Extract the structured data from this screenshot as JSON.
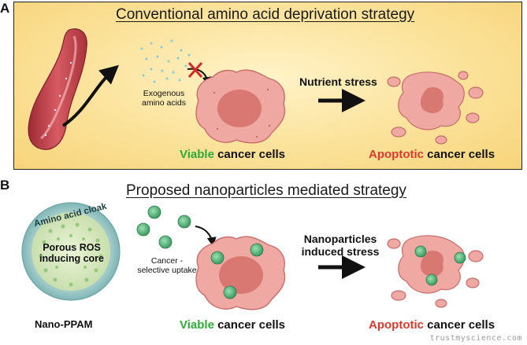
{
  "panel_a": {
    "letter": "A",
    "title": "Conventional amino acid deprivation strategy",
    "exogenous_label_line1": "Exogenous",
    "exogenous_label_line2": "amino acids",
    "stress_label": "Nutrient stress",
    "viable_word": "Viable",
    "viable_rest": "cancer cells",
    "apoptotic_word": "Apoptotic",
    "apoptotic_rest": "cancer cells"
  },
  "panel_b": {
    "letter": "B",
    "title": "Proposed nanoparticles mediated strategy",
    "cloak_label": "Amino acid cloak",
    "core_line1": "Porous ROS",
    "core_line2": "inducing core",
    "nano_name": "Nano-PPAM",
    "uptake_line1": "Cancer -",
    "uptake_line2": "selective uptake",
    "stress_line1": "Nanoparticles",
    "stress_line2": "induced stress",
    "viable_word": "Viable",
    "viable_rest": "cancer cells",
    "apoptotic_word": "Apoptotic",
    "apoptotic_rest": "cancer cells"
  },
  "watermark": "trustmyscience.com",
  "colors": {
    "viable": "#2eaa3a",
    "apoptotic": "#d93a2e",
    "cell_fill": "#f0a8a3",
    "nucleus": "#d97872",
    "nanoparticle": "#4fb07a",
    "vessel": "#c2424d"
  }
}
